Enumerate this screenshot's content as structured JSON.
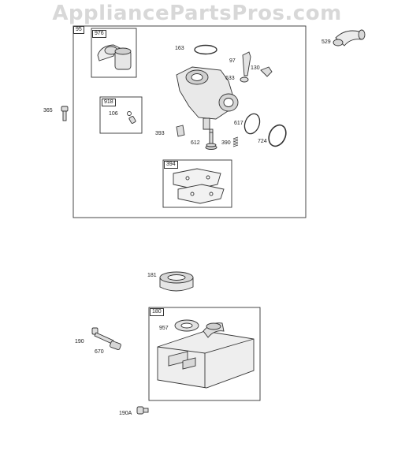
{
  "watermark": "AppliancePartsPros.com",
  "callouts": {
    "c95": "95",
    "c976": "976",
    "c163": "163",
    "c97": "97",
    "c529": "529",
    "c130": "130",
    "c633": "633",
    "c365": "365",
    "c918": "918",
    "c106": "106",
    "c617": "617",
    "c393": "393",
    "c612": "612",
    "c390": "390",
    "c724": "724",
    "c394": "394",
    "c181": "181",
    "c180": "180",
    "c957": "957",
    "c190": "190",
    "c670": "670",
    "c190a": "190A"
  }
}
